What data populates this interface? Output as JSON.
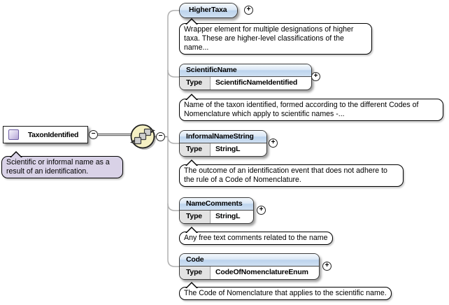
{
  "diagram": {
    "root": {
      "label": "TaxonIdentified",
      "annotation": "Scientific or informal name as a result of an identification."
    },
    "compositor": "sequence",
    "type_label": "Type",
    "children": [
      {
        "label": "HigherTaxa",
        "type": "",
        "annotation": "Wrapper element for multiple designations of higher taxa. These are higher-level classifications of the name..."
      },
      {
        "label": "ScientificName",
        "type": "ScientificNameIdentified",
        "annotation": "Name of the taxon identified, formed according to the different Codes of Nomenclature which apply to scientific names -..."
      },
      {
        "label": "InformalNameString",
        "type": "StringL",
        "annotation": "The outcome of an identification event that does not adhere to the rule of a Code of Nomenclature."
      },
      {
        "label": "NameComments",
        "type": "StringL",
        "annotation": "Any free text comments related to the name"
      },
      {
        "label": "Code",
        "type": "CodeOfNomenclatureEnum",
        "annotation": "The Code of Nomenclature that applies to the scientific name."
      }
    ],
    "icons": {
      "collapse": "−",
      "expand": "+"
    },
    "colors": {
      "element_header_blue": "#cfe0f2",
      "compositor_yellow": "#f5f0c3",
      "root_annotation_purple": "#d9d2e7",
      "root_icon_purple": "#b3a4d5",
      "wire_gray": "#b0b0b0"
    }
  }
}
